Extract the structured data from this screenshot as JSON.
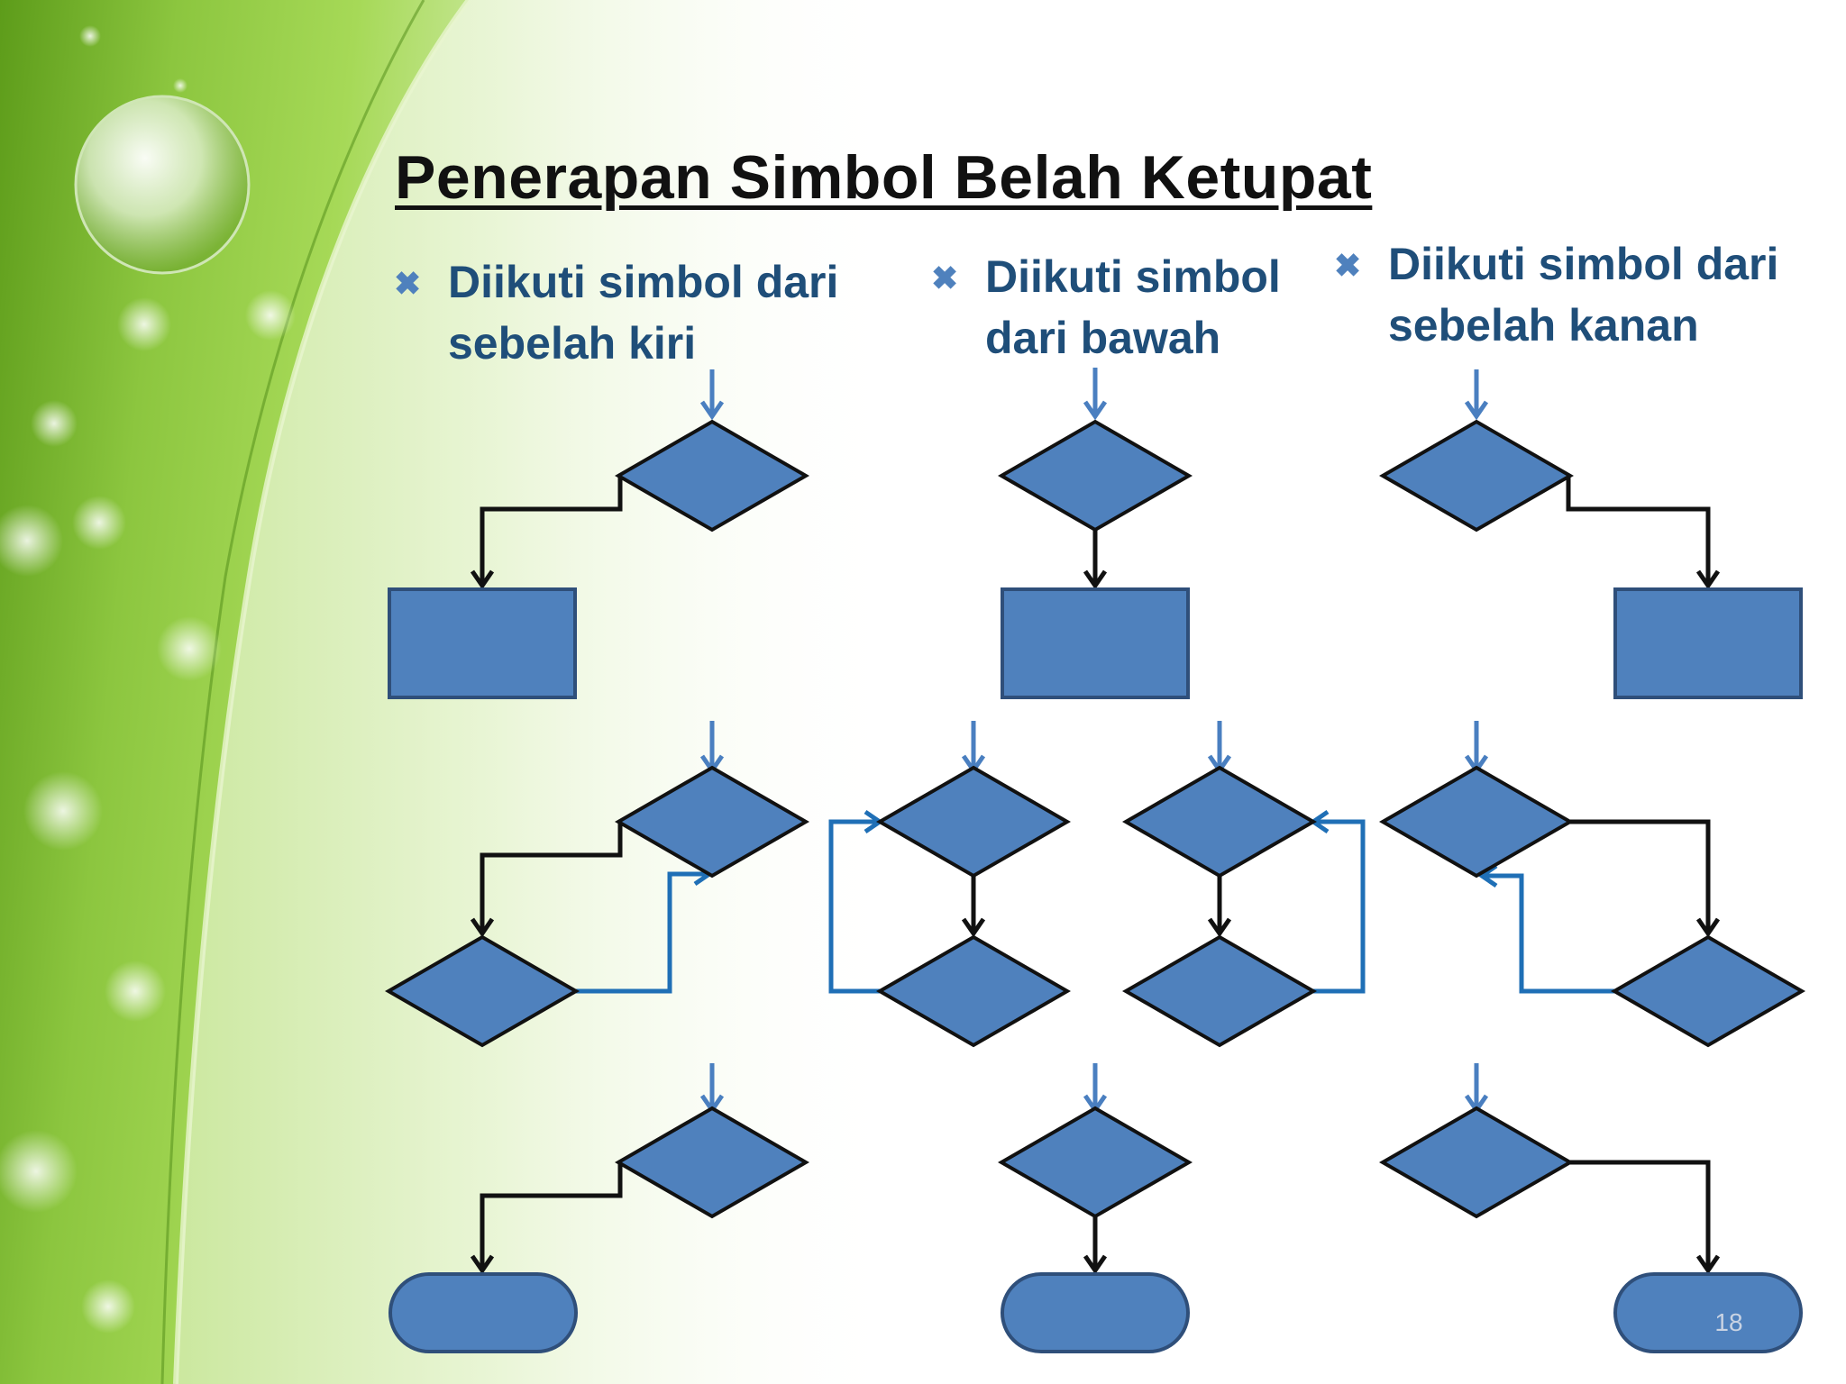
{
  "slide": {
    "title": "Penerapan Simbol Belah Ketupat",
    "page_number": "18"
  },
  "bullets": [
    {
      "icon": "x-mark-icon",
      "lines": [
        "Diikuti simbol dari",
        "sebelah kiri"
      ]
    },
    {
      "icon": "x-mark-icon",
      "lines": [
        "Diikuti simbol",
        "dari bawah"
      ]
    },
    {
      "icon": "x-mark-icon",
      "lines": [
        "Diikuti simbol dari",
        "sebelah kanan"
      ]
    }
  ],
  "colors": {
    "shape_fill": "#4f81bd",
    "shape_stroke": "#2f4f7a",
    "connector": "#111111",
    "loop_connector": "#1f6fb6",
    "entry_arrow": "#4a7fc0",
    "bullet_text": "#1f4e79",
    "leaf_green": "#7cbf2a"
  }
}
